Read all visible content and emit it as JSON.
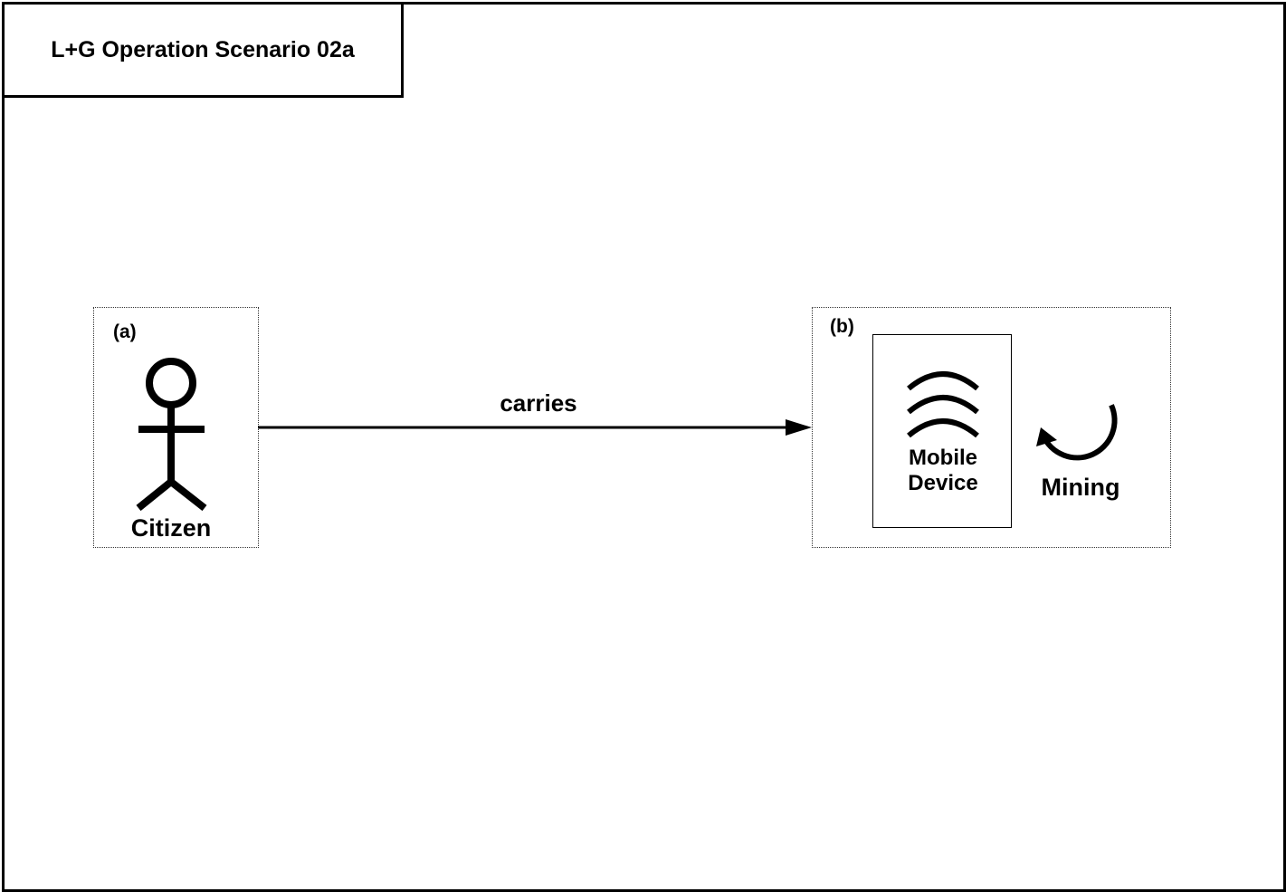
{
  "diagram": {
    "title": "L+G Operation Scenario 02a",
    "group_a": {
      "label": "(a)",
      "actor": "Citizen"
    },
    "connector": {
      "label": "carries"
    },
    "group_b": {
      "label": "(b)",
      "device_line1": "Mobile",
      "device_line2": "Device",
      "process": "Mining"
    }
  }
}
